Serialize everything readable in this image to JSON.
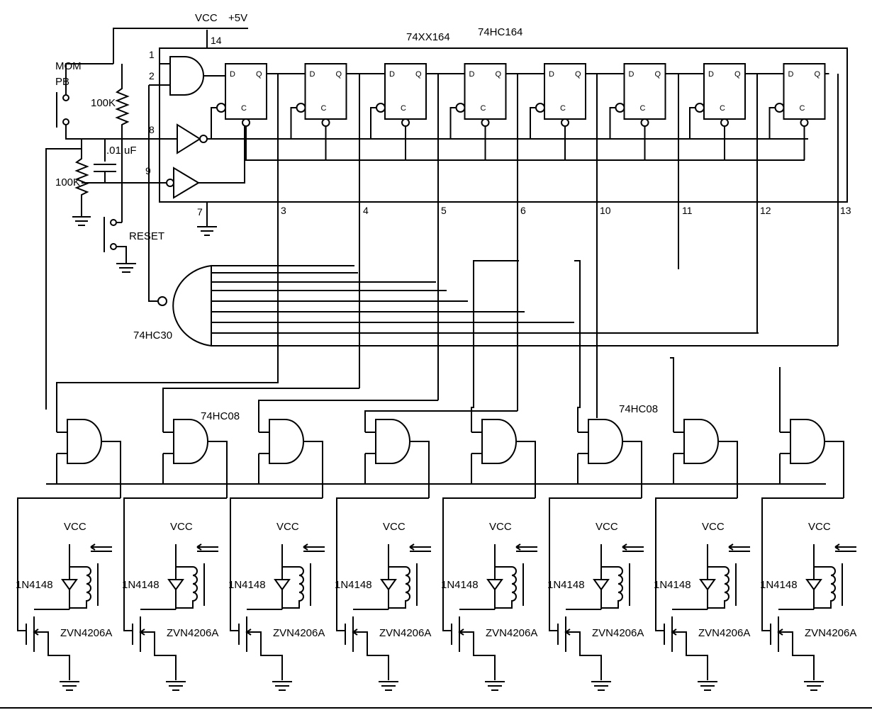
{
  "labels": {
    "vcc_top": "VCC",
    "supply": "+5V",
    "pin14": "14",
    "part_generic": "74XX164",
    "part_hc": "74HC164",
    "mom": "MOM",
    "pb": "PB",
    "r1": "100K",
    "cap": ".01 uF",
    "r2": "100K",
    "reset": "RESET",
    "pin1": "1",
    "pin2": "2",
    "pin7": "7",
    "pin8": "8",
    "pin9": "9",
    "nand": "74HC30",
    "and_left": "74HC08",
    "and_right": "74HC08"
  },
  "ff": {
    "d": "D",
    "q": "Q",
    "c": "C"
  },
  "outputs": [
    "3",
    "4",
    "5",
    "6",
    "10",
    "11",
    "12",
    "13"
  ],
  "driver": {
    "vcc": "VCC",
    "diode": "1N4148",
    "mosfet": "ZVN4206A"
  }
}
